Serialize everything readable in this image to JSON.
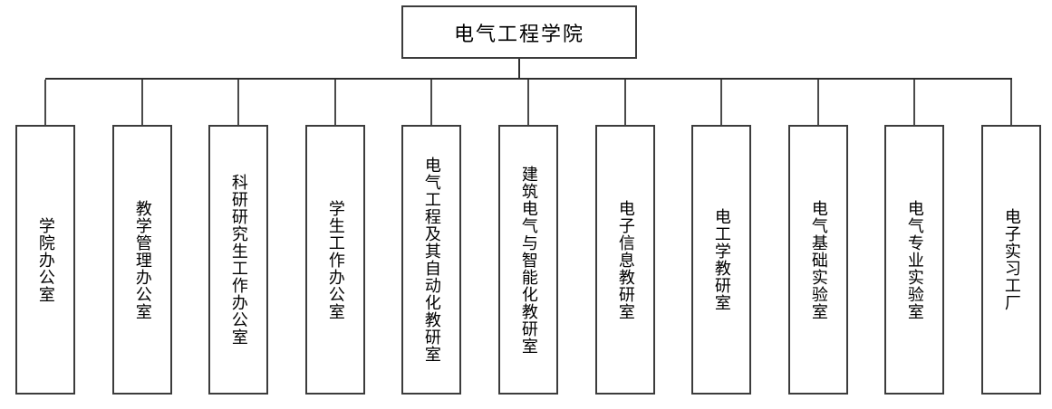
{
  "org_chart": {
    "root": {
      "label": "电气工程学院"
    },
    "children": [
      {
        "label": "学院办公室"
      },
      {
        "label": "教学管理办公室"
      },
      {
        "label": "科研研究生工作办公室"
      },
      {
        "label": "学生工作办公室"
      },
      {
        "label": "电气工程及其自动化教研室"
      },
      {
        "label": "建筑电气与智能化教研室"
      },
      {
        "label": "电子信息教研室"
      },
      {
        "label": "电工学教研室"
      },
      {
        "label": "电气基础实验室"
      },
      {
        "label": "电气专业实验室"
      },
      {
        "label": "电子实习工厂"
      }
    ],
    "colors": {
      "background": "#ffffff",
      "box_border": "#3c3c3c",
      "connector_line": "#2e2e2e",
      "text": "#000000"
    }
  }
}
